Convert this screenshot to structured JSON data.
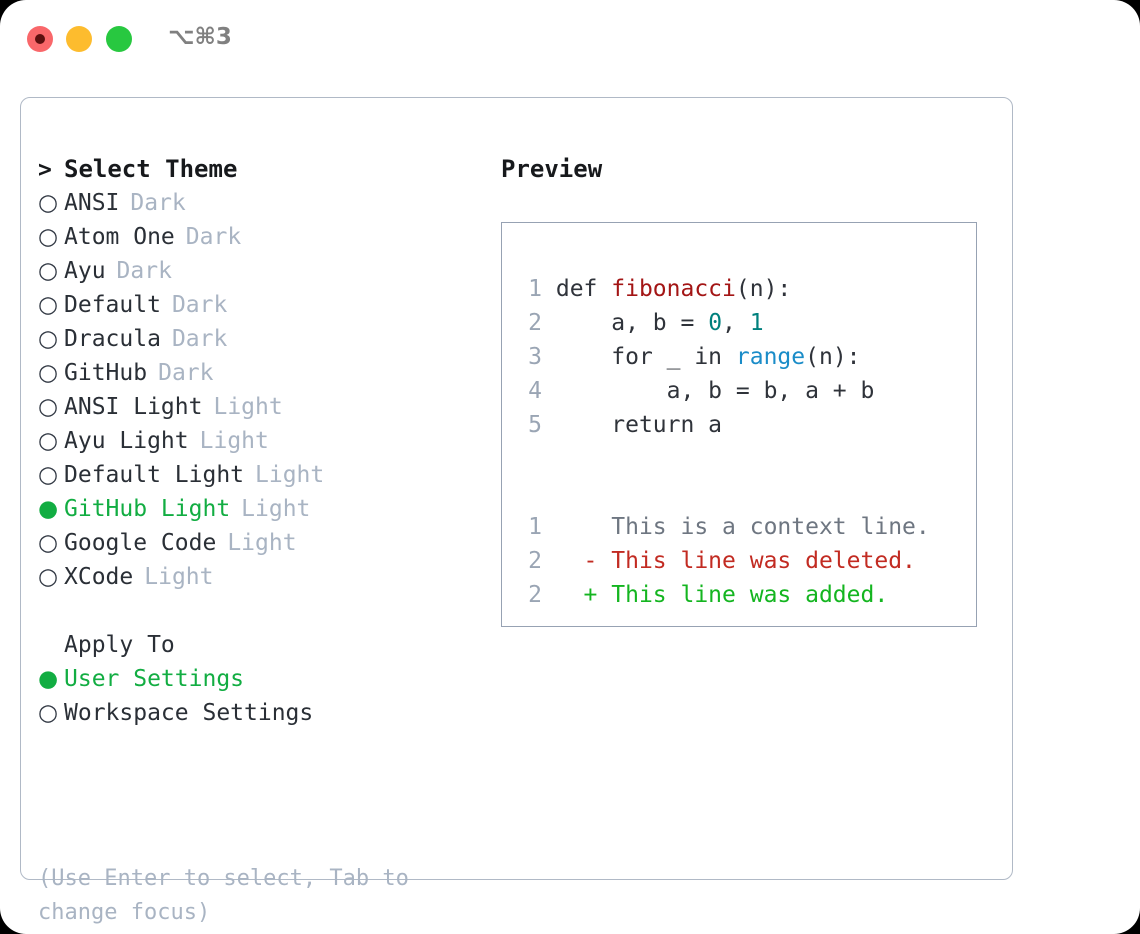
{
  "titlebar": {
    "shortcut": "⌥⌘3",
    "buttons": [
      {
        "name": "close",
        "color": "#f9676a"
      },
      {
        "name": "minimize",
        "color": "#fdbc2e"
      },
      {
        "name": "maximize",
        "color": "#28c840"
      }
    ]
  },
  "theme_list": {
    "header_marker": ">",
    "header_label": "Select Theme",
    "items": [
      {
        "marker": "○",
        "name": "ANSI",
        "tag": "Dark",
        "selected": false
      },
      {
        "marker": "○",
        "name": "Atom One",
        "tag": "Dark",
        "selected": false
      },
      {
        "marker": "○",
        "name": "Ayu",
        "tag": "Dark",
        "selected": false
      },
      {
        "marker": "○",
        "name": "Default",
        "tag": "Dark",
        "selected": false
      },
      {
        "marker": "○",
        "name": "Dracula",
        "tag": "Dark",
        "selected": false
      },
      {
        "marker": "○",
        "name": "GitHub",
        "tag": "Dark",
        "selected": false
      },
      {
        "marker": "○",
        "name": "ANSI Light",
        "tag": "Light",
        "selected": false
      },
      {
        "marker": "○",
        "name": "Ayu Light",
        "tag": "Light",
        "selected": false
      },
      {
        "marker": "○",
        "name": "Default Light",
        "tag": "Light",
        "selected": false
      },
      {
        "marker": "●",
        "name": "GitHub Light",
        "tag": "Light",
        "selected": true
      },
      {
        "marker": "○",
        "name": "Google Code",
        "tag": "Light",
        "selected": false
      },
      {
        "marker": "○",
        "name": "XCode",
        "tag": "Light",
        "selected": false
      }
    ]
  },
  "apply_to": {
    "header_label": "Apply To",
    "items": [
      {
        "marker": "●",
        "name": "User Settings",
        "selected": true
      },
      {
        "marker": "○",
        "name": "Workspace Settings",
        "selected": false
      }
    ]
  },
  "help_text": "(Use Enter to select, Tab to change focus)",
  "preview": {
    "title": "Preview",
    "code_lines": [
      {
        "num": "1",
        "indent": 0,
        "segments": [
          {
            "text": "def ",
            "style": "plain"
          },
          {
            "text": "fibonacci",
            "style": "fn"
          },
          {
            "text": "(n):",
            "style": "plain"
          }
        ]
      },
      {
        "num": "2",
        "indent": 0,
        "segments": [
          {
            "text": "    a, b = ",
            "style": "plain"
          },
          {
            "text": "0",
            "style": "num"
          },
          {
            "text": ", ",
            "style": "plain"
          },
          {
            "text": "1",
            "style": "num"
          }
        ]
      },
      {
        "num": "3",
        "indent": 0,
        "segments": [
          {
            "text": "    for _ in ",
            "style": "plain"
          },
          {
            "text": "range",
            "style": "call"
          },
          {
            "text": "(n):",
            "style": "plain"
          }
        ]
      },
      {
        "num": "4",
        "indent": 0,
        "segments": [
          {
            "text": "        a, b = b, a + b",
            "style": "plain"
          }
        ]
      },
      {
        "num": "5",
        "indent": 0,
        "segments": [
          {
            "text": "    return a",
            "style": "plain"
          }
        ]
      }
    ],
    "diff_lines": [
      {
        "num": "1",
        "sign": " ",
        "text": "This is a context line.",
        "kind": "ctx"
      },
      {
        "num": "2",
        "sign": "-",
        "text": "This line was deleted.",
        "kind": "del"
      },
      {
        "num": "2",
        "sign": "+",
        "text": "This line was added.",
        "kind": "add"
      }
    ]
  },
  "colors": {
    "accent_green": "#12ad42",
    "muted": "#a9b4c3",
    "border": "#b0b9c6",
    "preview_border": "#97a2b3",
    "fn_red": "#a31515",
    "number_teal": "#00807d",
    "call_blue": "#1a8cc8",
    "diff_delete": "#c22b22",
    "diff_add": "#14b520",
    "line_number": "#9aa5b4"
  }
}
